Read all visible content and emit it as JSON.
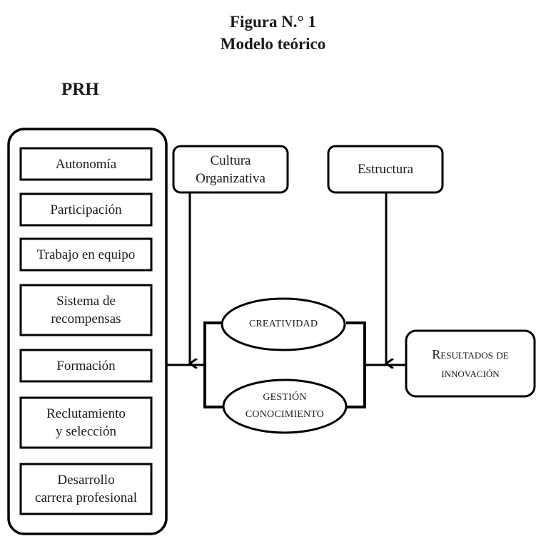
{
  "figure": {
    "title_line1": "Figura N.° 1",
    "title_line2": "Modelo teórico"
  },
  "prh": {
    "label": "PRH",
    "items": [
      {
        "label": "Autonomía"
      },
      {
        "label": "Participación"
      },
      {
        "label": "Trabajo en equipo"
      },
      {
        "label": "Sistema de\nrecompensas"
      },
      {
        "label": "Formación"
      },
      {
        "label": "Reclutamiento\ny selección"
      },
      {
        "label": "Desarrollo\ncarrera profesional"
      }
    ]
  },
  "moderators": {
    "cultura": "Cultura\nOrganizativa",
    "estructura": "Estructura"
  },
  "mediators": {
    "creatividad": "CREATIVIDAD",
    "gestion": "GESTIÓN\nCONOCIMIENTO"
  },
  "outcome": {
    "label": "Resultados de\ninnovación"
  },
  "colors": {
    "stroke": "#000000",
    "text": "#1a1a1a",
    "background": "#ffffff"
  }
}
